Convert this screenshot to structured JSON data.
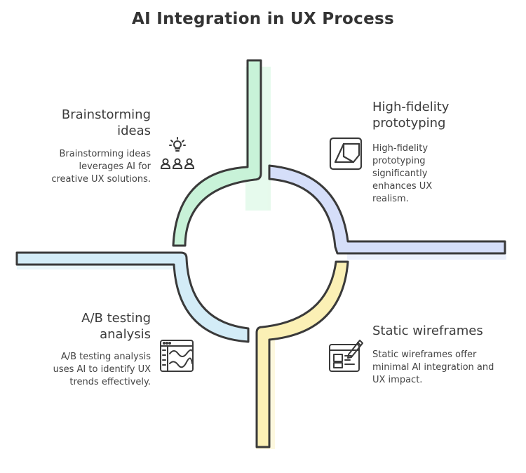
{
  "title": "AI Integration in UX Process",
  "quadrants": {
    "brainstorming": {
      "heading": "Brainstorming ideas",
      "description": "Brainstorming ideas leverages AI for creative UX solutions.",
      "icon": "lightbulb-team-icon",
      "color": "#c8f2d8"
    },
    "high_fidelity": {
      "heading": "High-fidelity prototyping",
      "description": "High-fidelity prototyping significantly enhances UX realism.",
      "icon": "prototype-device-icon",
      "color": "#d5def9"
    },
    "ab_testing": {
      "heading": "A/B testing analysis",
      "description": "A/B testing analysis uses AI to identify UX trends effectively.",
      "icon": "analytics-chart-icon",
      "color": "#d3ecf7"
    },
    "static_wireframes": {
      "heading": "Static wireframes",
      "description": "Static wireframes offer minimal AI integration and UX impact.",
      "icon": "wireframe-sketch-icon",
      "color": "#fbf0b5"
    }
  },
  "outline_color": "#3a3a3a"
}
